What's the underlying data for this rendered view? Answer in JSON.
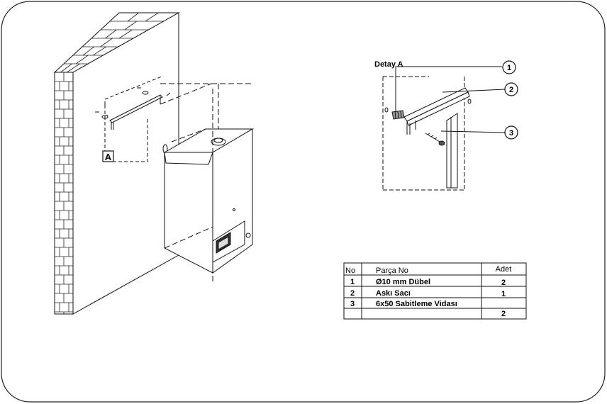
{
  "detail": {
    "title": "Detay A",
    "callouts": [
      "1",
      "2",
      "3"
    ]
  },
  "wall_marker": "A",
  "parts_table": {
    "headers": [
      "No",
      "Parça No",
      "Adet"
    ],
    "rows": [
      [
        "1",
        "Ø10 mm Dübel",
        "2"
      ],
      [
        "2",
        "Askı Sacı",
        "1"
      ],
      [
        "3",
        "6x50 Sabitleme Vidası",
        "2"
      ]
    ]
  }
}
